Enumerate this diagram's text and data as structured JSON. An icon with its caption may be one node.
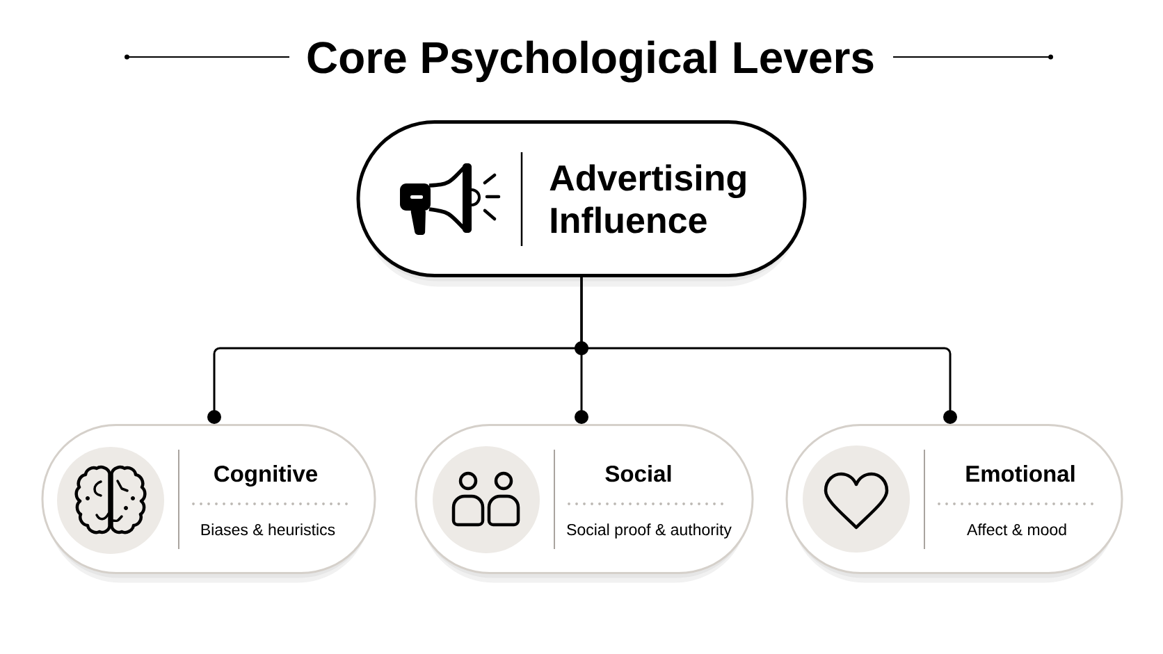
{
  "diagram": {
    "title": "Core Psychological Levers",
    "nodes": [
      {
        "text": [
          "Advertising Influence"
        ]
      },
      {
        "text": [
          "Cognitive",
          "Biases & heuristics"
        ]
      },
      {
        "text": [
          "Social",
          "Social proof & authority"
        ]
      },
      {
        "text": [
          "Emotional",
          "Affect & mood"
        ]
      }
    ],
    "edges": [
      {
        "from": 0,
        "to": 1,
        "arrow": "other"
      },
      {
        "from": 0,
        "to": 2,
        "arrow": "other"
      },
      {
        "from": 0,
        "to": 3,
        "arrow": "other"
      }
    ]
  }
}
